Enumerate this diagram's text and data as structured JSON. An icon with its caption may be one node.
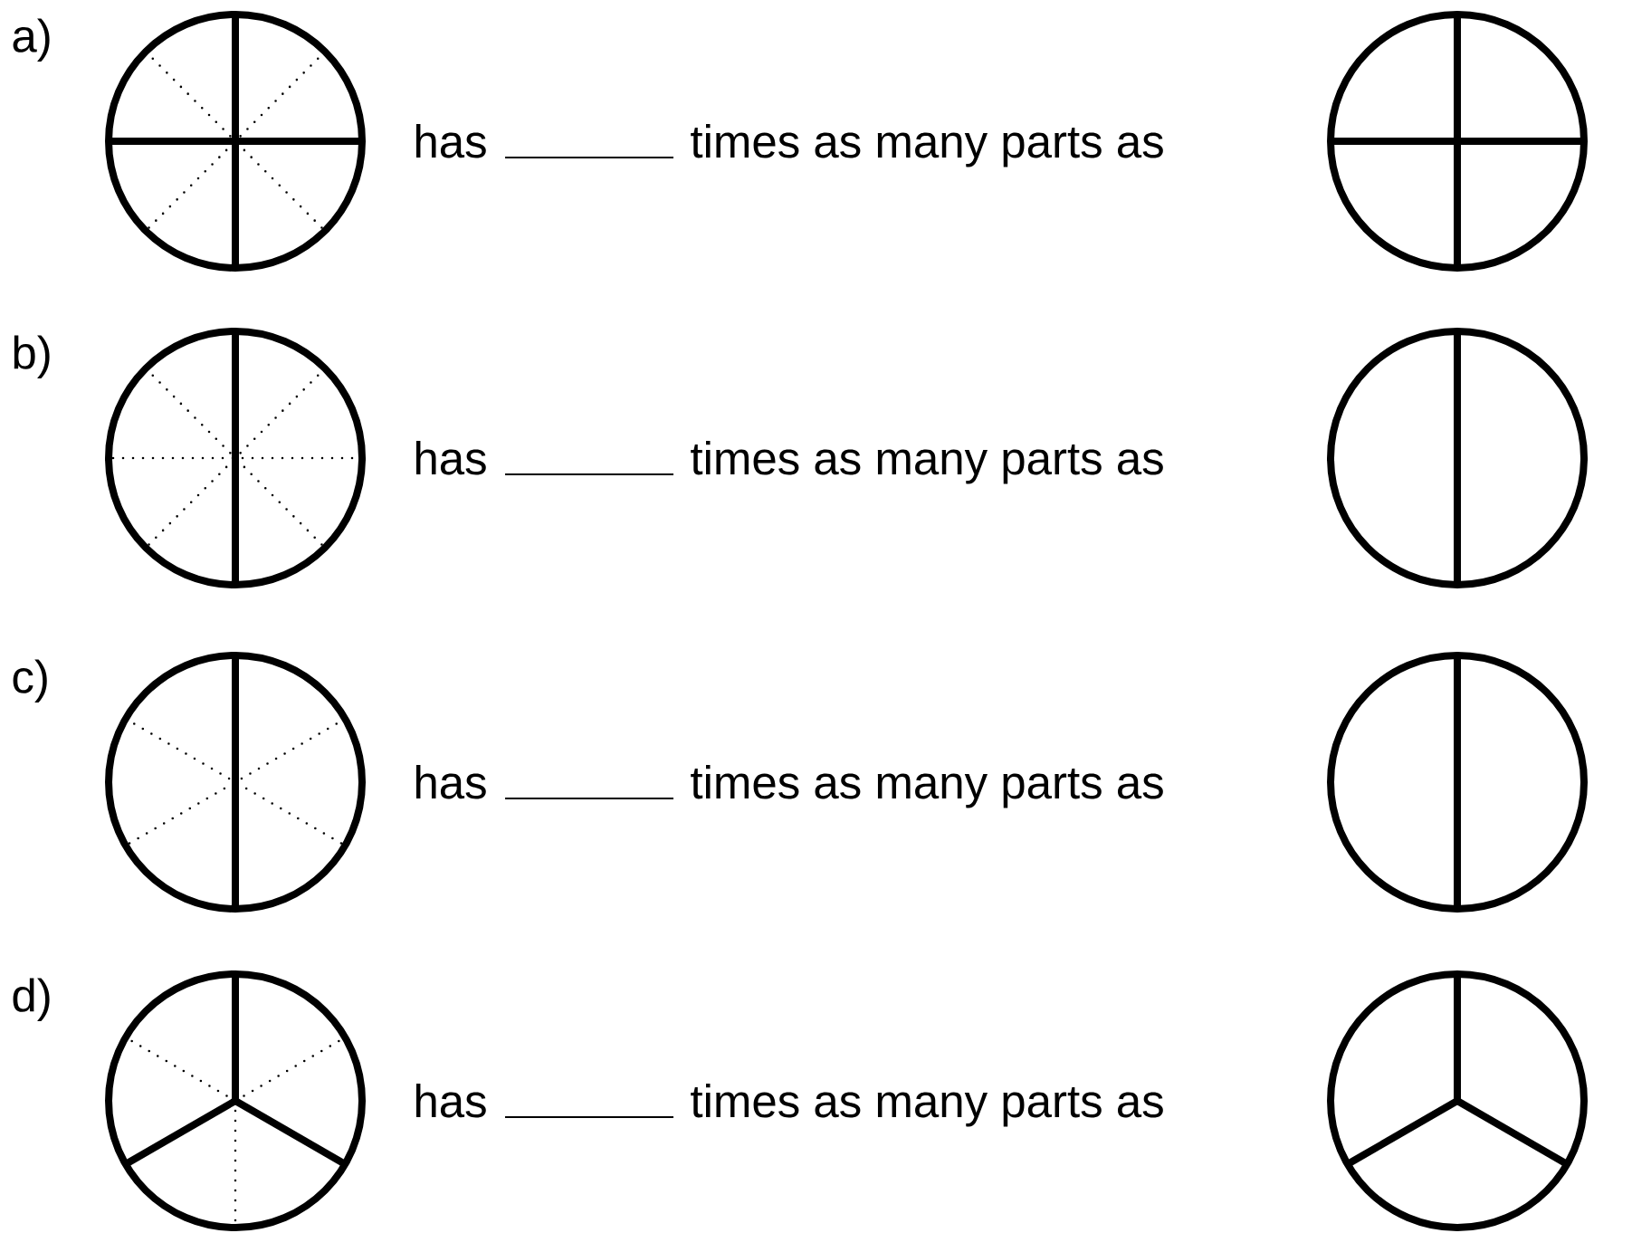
{
  "diagram": {
    "labels": [
      "a)",
      "has",
      "times as many parts as",
      "b)",
      "has",
      "times as many parts as",
      "c)",
      "has",
      "times as many parts as",
      "d)",
      "has",
      "times as many parts as"
    ]
  }
}
